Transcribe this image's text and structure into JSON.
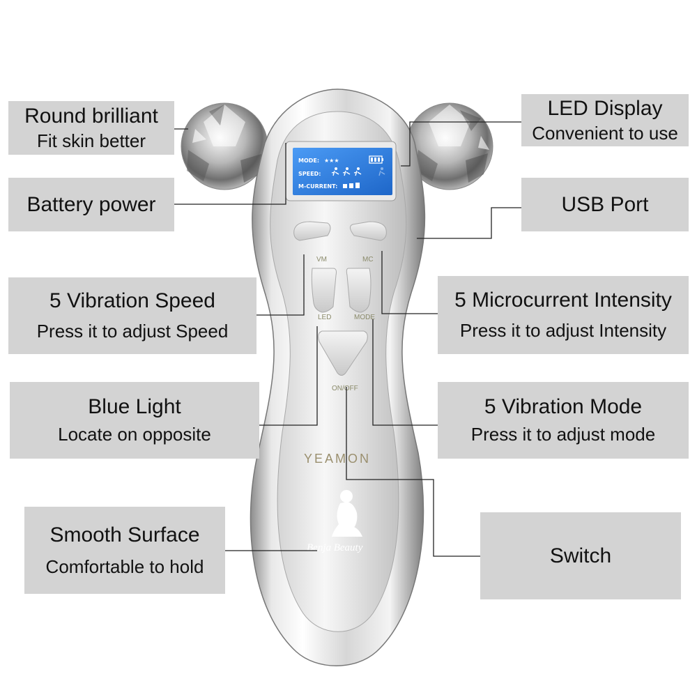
{
  "labels": {
    "round": {
      "title": "Round brilliant",
      "subtitle": "Fit skin better"
    },
    "battery": {
      "title": "Battery power"
    },
    "vibration_speed": {
      "title": "5 Vibration Speed",
      "subtitle": "Press it to adjust Speed"
    },
    "blue_light": {
      "title": "Blue Light",
      "subtitle": "Locate on opposite"
    },
    "smooth": {
      "title": "Smooth Surface",
      "subtitle": "Comfortable to hold"
    },
    "led": {
      "title": "LED Display",
      "subtitle": "Convenient to use"
    },
    "usb": {
      "title": "USB Port"
    },
    "microcurrent": {
      "title": "5 Microcurrent Intensity",
      "subtitle": "Press it to adjust Intensity"
    },
    "vibration_mode": {
      "title": "5 Vibration Mode",
      "subtitle": "Press it to adjust mode"
    },
    "switch": {
      "title": "Switch"
    }
  },
  "device": {
    "lcd": {
      "mode_label": "MODE:",
      "mode_value": "★★★",
      "speed_label": "SPEED:",
      "current_label": "M-CURRENT:"
    },
    "buttons": {
      "vm": "VM",
      "mc": "MC",
      "led": "LED",
      "mode": "MODE",
      "onoff": "ON/OFF"
    },
    "brand": "YEAMON",
    "logo": "Benja Beauty"
  },
  "colors": {
    "label_bg": "#d3d3d3",
    "lcd_blue": "#2f7fe0",
    "brand_gold": "#9a8f6e"
  }
}
